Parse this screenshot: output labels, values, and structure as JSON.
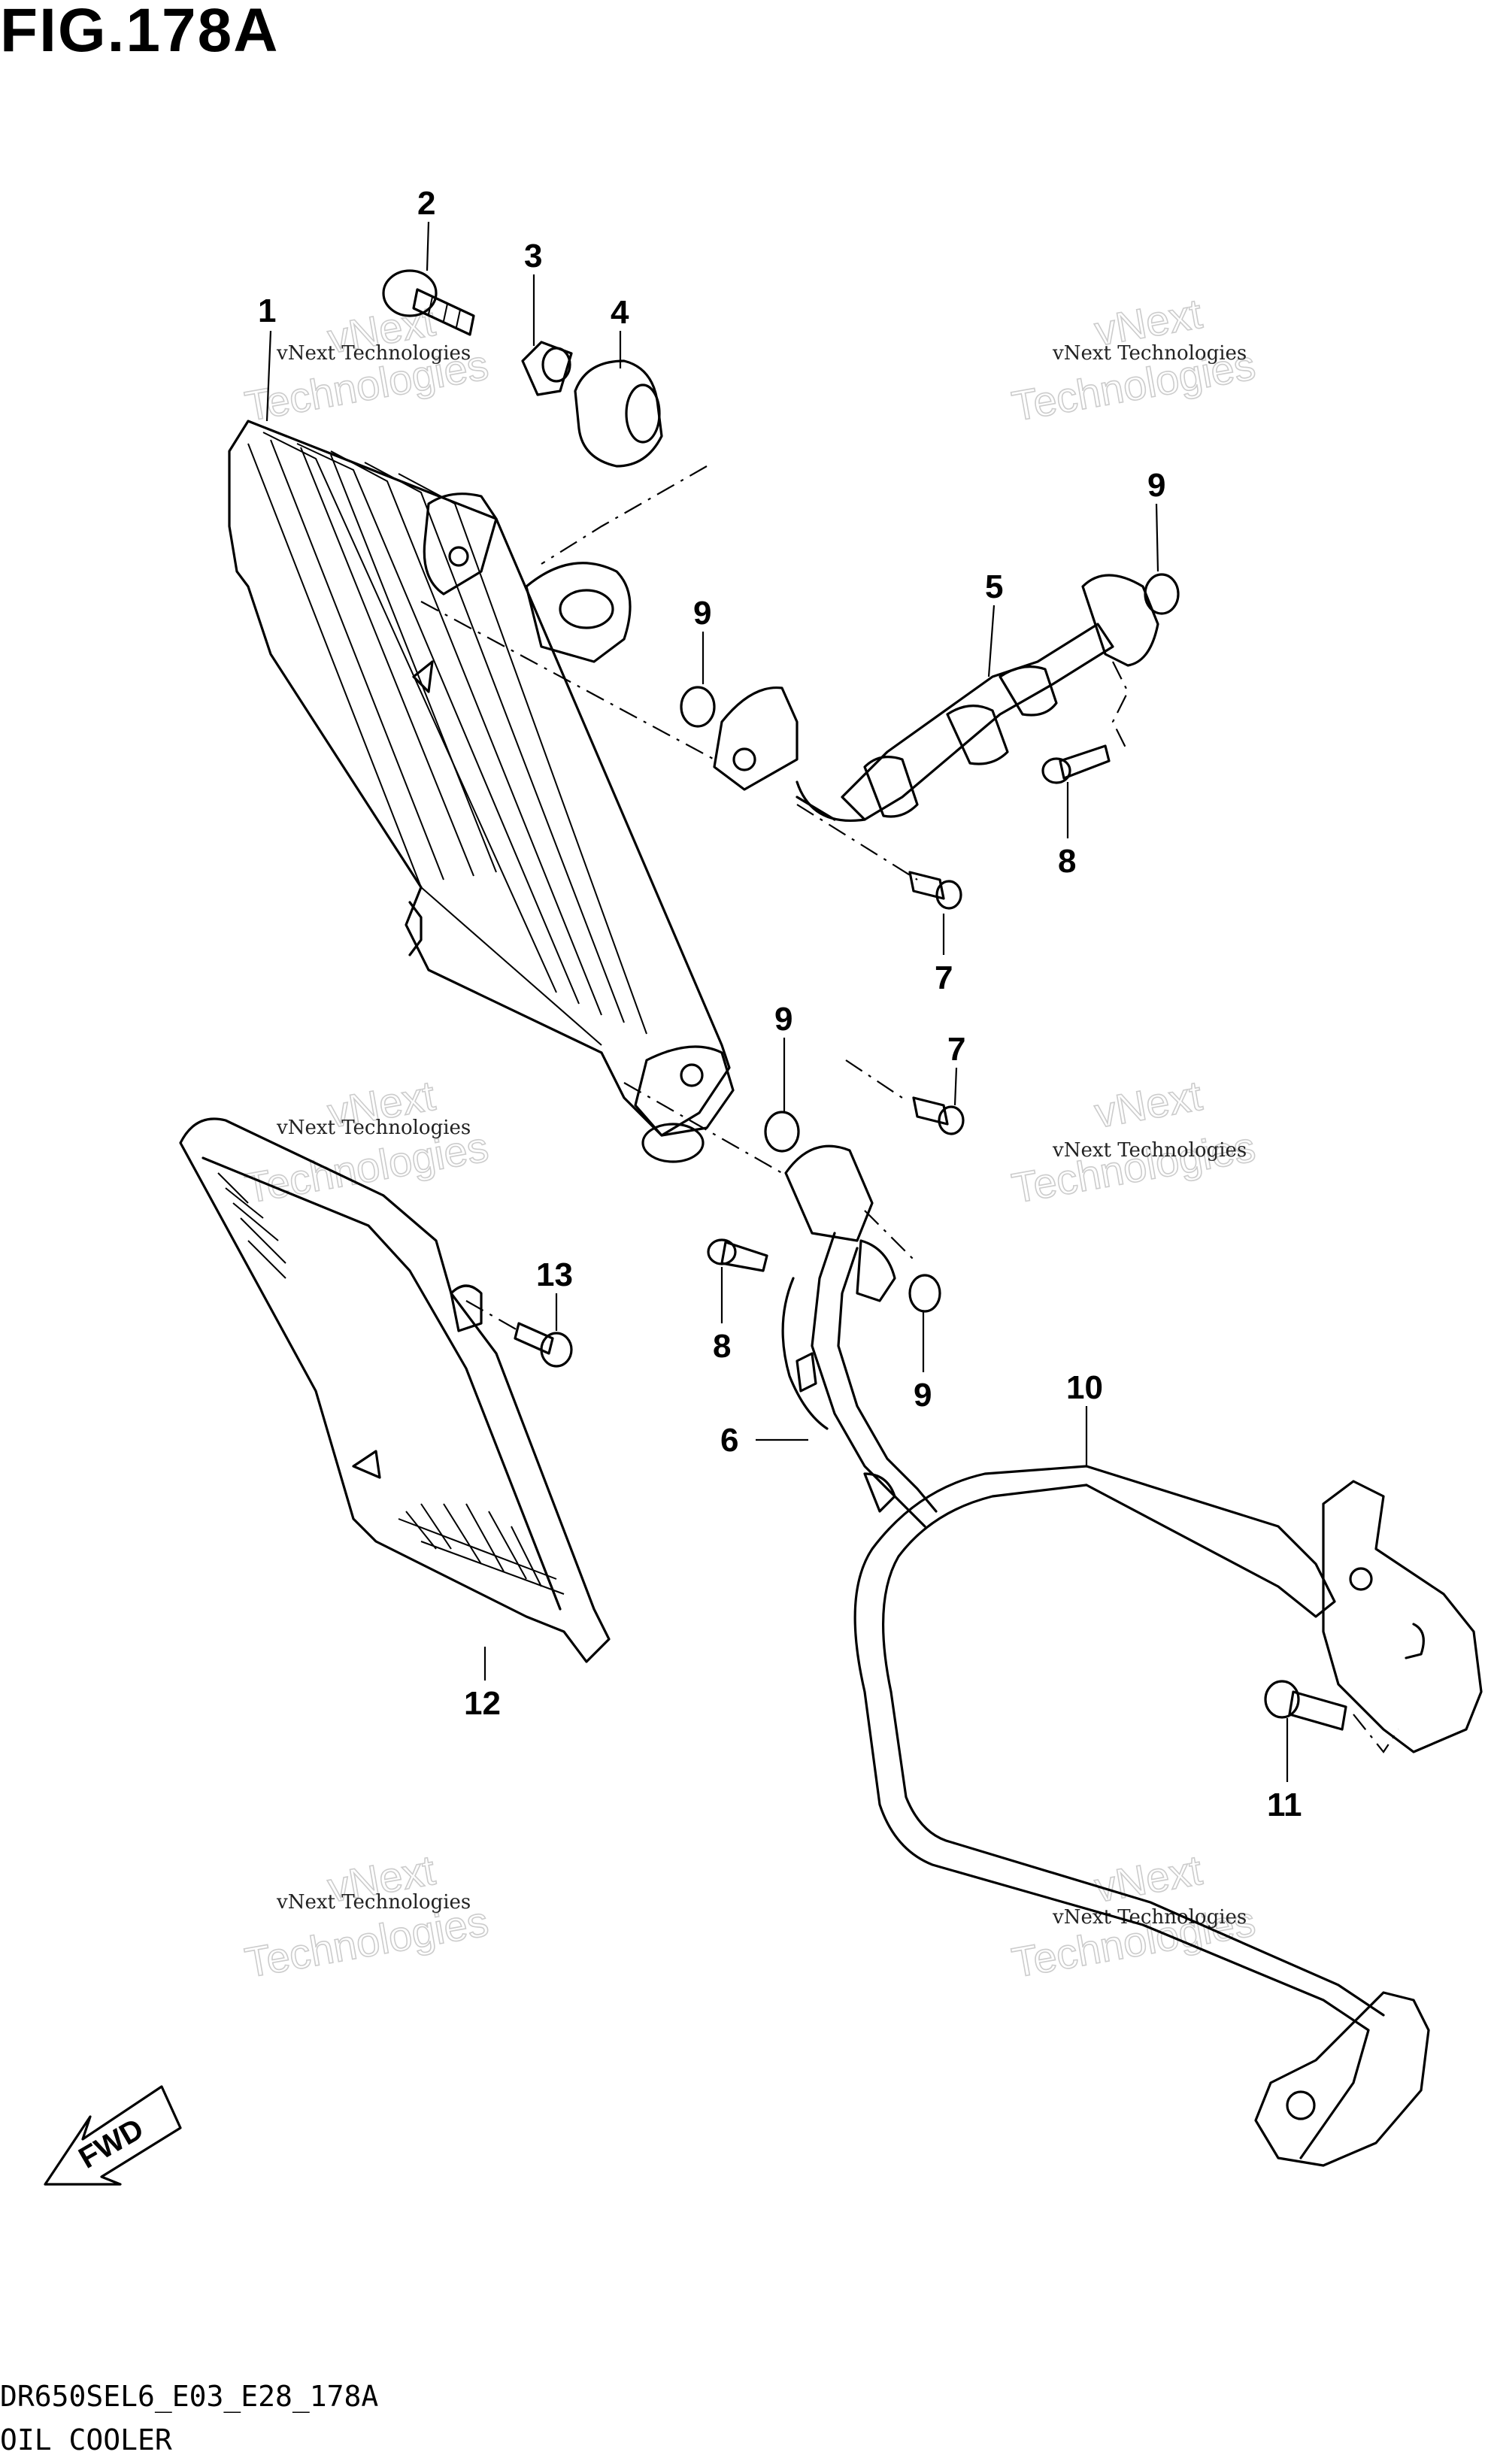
{
  "figure_title": "FIG.178A",
  "diagram_code": "DR650SEL6_E03_E28_178A",
  "diagram_name": "OIL COOLER",
  "direction_label": "FWD",
  "watermarks": [
    {
      "line1": "vNext Technologies",
      "line2": "vNext",
      "line3": "Technologies"
    },
    {
      "line1": "vNext Technologies",
      "line2": "vNext",
      "line3": "Technologies"
    },
    {
      "line1": "vNext Technologies",
      "line2": "vNext",
      "line3": "Technologies"
    },
    {
      "line1": "vNext Technologies",
      "line2": "vNext",
      "line3": "Technologies"
    },
    {
      "line1": "vNext Technologies",
      "line2": "vNext",
      "line3": "Technologies"
    },
    {
      "line1": "vNext Technologies",
      "line2": "vNext",
      "line3": "Technologies"
    }
  ],
  "callouts": [
    {
      "label": "1"
    },
    {
      "label": "2"
    },
    {
      "label": "3"
    },
    {
      "label": "4"
    },
    {
      "label": "5"
    },
    {
      "label": "9"
    },
    {
      "label": "9"
    },
    {
      "label": "8"
    },
    {
      "label": "7"
    },
    {
      "label": "9"
    },
    {
      "label": "7"
    },
    {
      "label": "13"
    },
    {
      "label": "8"
    },
    {
      "label": "9"
    },
    {
      "label": "6"
    },
    {
      "label": "10"
    },
    {
      "label": "12"
    },
    {
      "label": "11"
    }
  ]
}
